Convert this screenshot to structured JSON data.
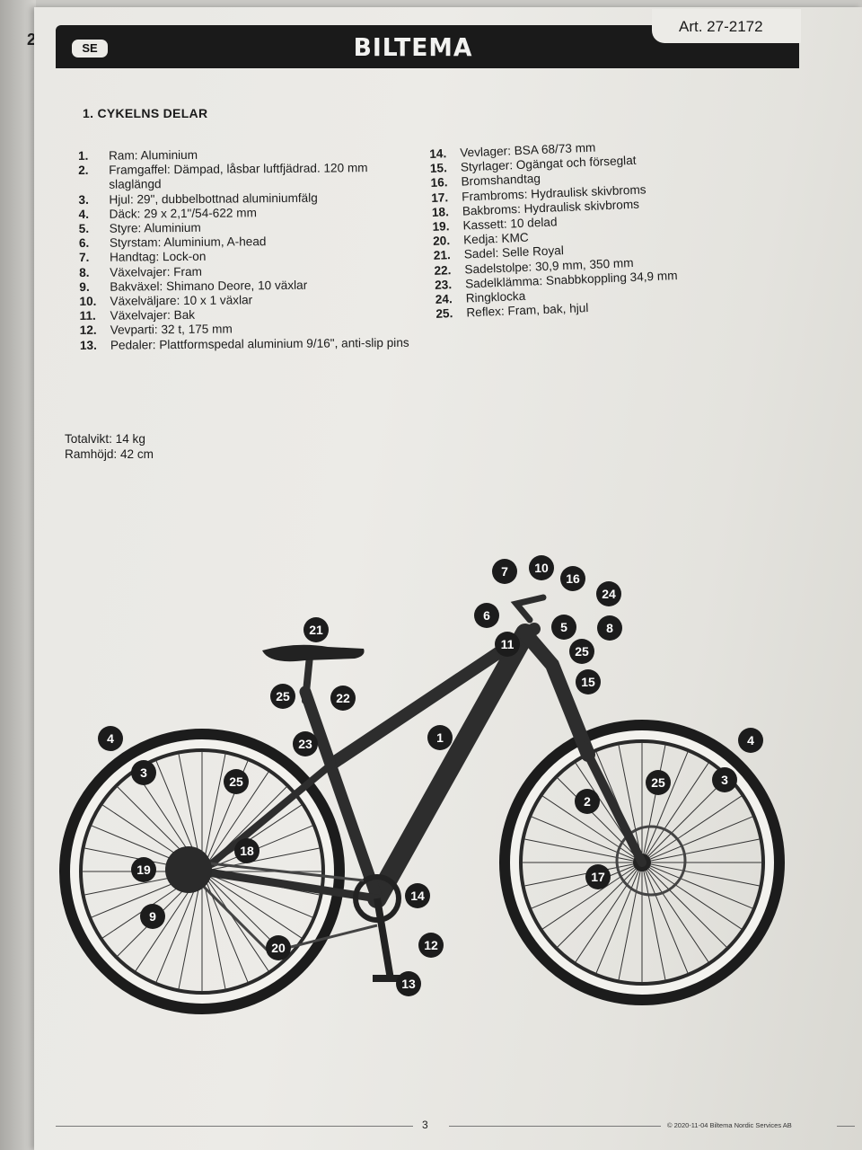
{
  "header": {
    "prev_page_number": "2",
    "language_badge": "SE",
    "brand": "BILTEMA",
    "article_number": "Art. 27-2172"
  },
  "section_title": "1. CYKELNS DELAR",
  "parts_left": [
    {
      "num": "1.",
      "text": "Ram: Aluminium"
    },
    {
      "num": "2.",
      "text": "Framgaffel: Dämpad, låsbar luftfjädrad. 120 mm slaglängd"
    },
    {
      "num": "3.",
      "text": "Hjul: 29\", dubbelbottnad aluminiumfälg"
    },
    {
      "num": "4.",
      "text": "Däck: 29 x 2,1\"/54-622 mm"
    },
    {
      "num": "5.",
      "text": "Styre: Aluminium"
    },
    {
      "num": "6.",
      "text": "Styrstam: Aluminium, A-head"
    },
    {
      "num": "7.",
      "text": "Handtag: Lock-on"
    },
    {
      "num": "8.",
      "text": "Växelvajer: Fram"
    },
    {
      "num": "9.",
      "text": "Bakväxel: Shimano Deore, 10 växlar"
    },
    {
      "num": "10.",
      "text": "Växelväljare: 10 x 1 växlar"
    },
    {
      "num": "11.",
      "text": "Växelvajer: Bak"
    },
    {
      "num": "12.",
      "text": "Vevparti: 32 t, 175 mm"
    },
    {
      "num": "13.",
      "text": "Pedaler: Plattformspedal aluminium 9/16\", anti-slip pins"
    }
  ],
  "parts_right": [
    {
      "num": "14.",
      "text": "Vevlager: BSA 68/73 mm"
    },
    {
      "num": "15.",
      "text": "Styrlager: Ogängat och förseglat"
    },
    {
      "num": "16.",
      "text": "Bromshandtag"
    },
    {
      "num": "17.",
      "text": "Frambroms: Hydraulisk skivbroms"
    },
    {
      "num": "18.",
      "text": "Bakbroms: Hydraulisk skivbroms"
    },
    {
      "num": "19.",
      "text": "Kassett: 10 delad"
    },
    {
      "num": "20.",
      "text": "Kedja: KMC"
    },
    {
      "num": "21.",
      "text": "Sadel: Selle Royal"
    },
    {
      "num": "22.",
      "text": "Sadelstolpe: 30,9 mm, 350 mm"
    },
    {
      "num": "23.",
      "text": "Sadelklämma: Snabbkoppling 34,9 mm"
    },
    {
      "num": "24.",
      "text": "Ringklocka"
    },
    {
      "num": "25.",
      "text": "Reflex: Fram, bak, hjul"
    }
  ],
  "specs": {
    "total_weight": "Totalvikt: 14 kg",
    "frame_height": "Ramhöjd: 42 cm"
  },
  "diagram_callouts": [
    "21",
    "25",
    "22",
    "23",
    "4",
    "3",
    "25",
    "18",
    "19",
    "9",
    "20",
    "1",
    "14",
    "12",
    "13",
    "7",
    "10",
    "16",
    "24",
    "6",
    "5",
    "8",
    "11",
    "25",
    "15",
    "4",
    "3",
    "25",
    "2",
    "17"
  ],
  "footer": {
    "page_number": "3",
    "copyright": "© 2020-11-04 Biltema Nordic Services AB"
  }
}
